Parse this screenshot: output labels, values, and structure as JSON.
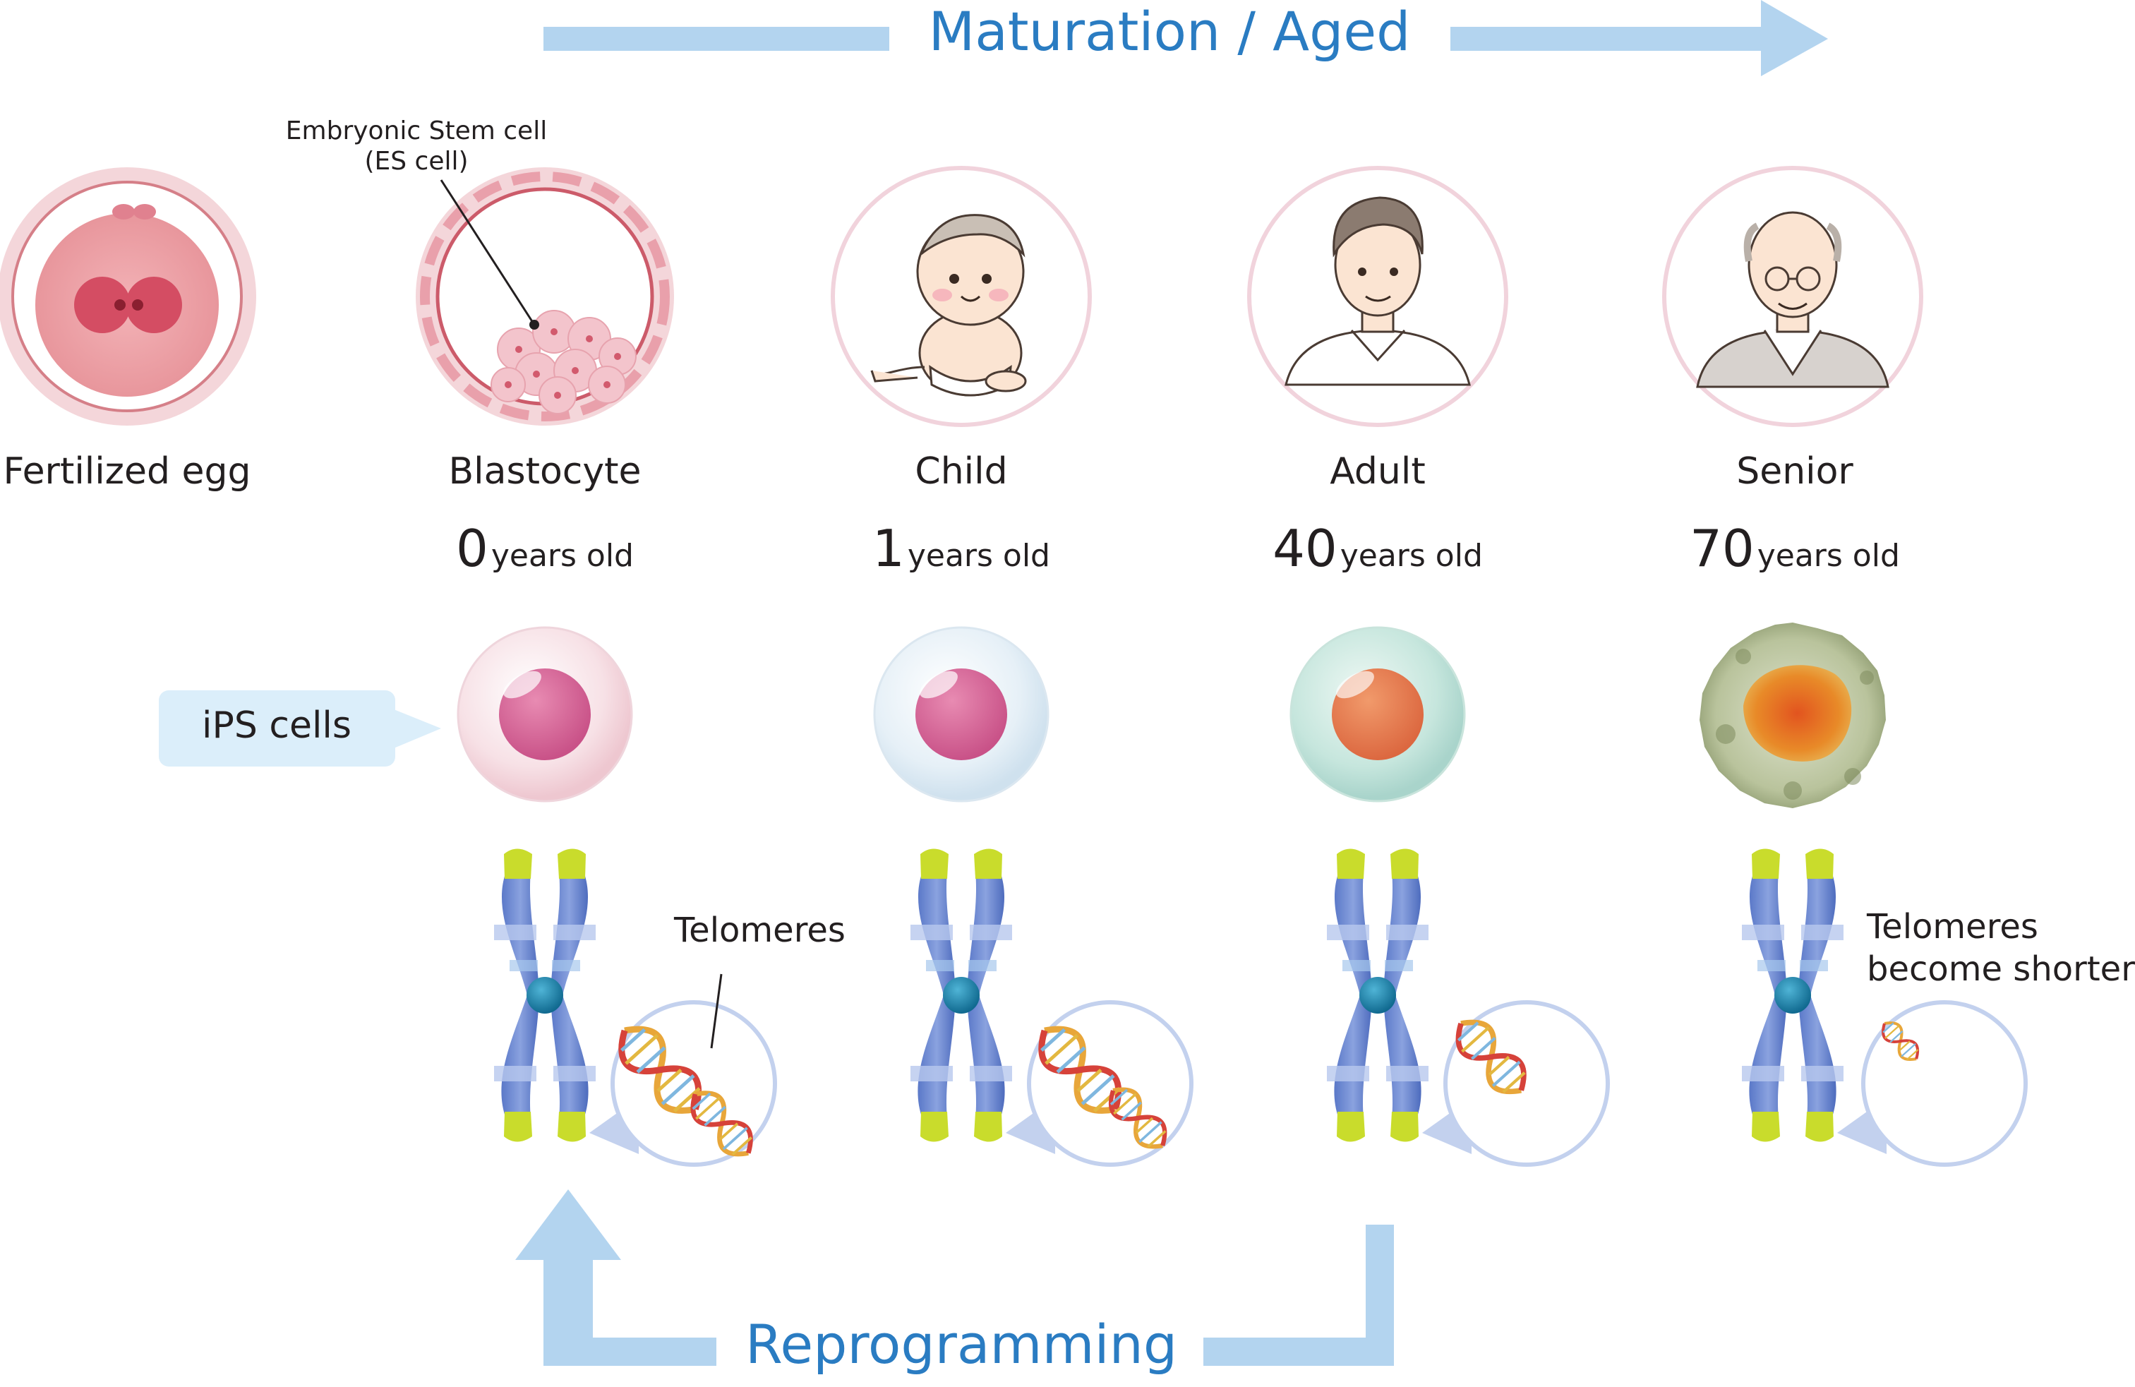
{
  "top_arrow": {
    "label": "Maturation / Aged"
  },
  "bottom_arrow": {
    "label": "Reprogramming"
  },
  "es_label": {
    "line1": "Embryonic Stem cell",
    "line2": "(ES cell)"
  },
  "stages": [
    {
      "name": "Fertilized egg"
    },
    {
      "name": "Blastocyte",
      "age": "0",
      "unit": "years old"
    },
    {
      "name": "Child",
      "age": "1",
      "unit": "years old"
    },
    {
      "name": "Adult",
      "age": "40",
      "unit": "years old"
    },
    {
      "name": "Senior",
      "age": "70",
      "unit": "years old"
    }
  ],
  "ips_label": "iPS cells",
  "telomere_label": "Telomeres",
  "telomere_short": {
    "line1": "Telomeres",
    "line2": "become shorter"
  },
  "colors": {
    "arrow": "#b3d4ef",
    "title": "#2a7cc2",
    "pink_ring": "#f1d3dc",
    "chromosome_dark": "#4a6bbf",
    "chromosome_light": "#9fb3e6",
    "telomere_tip": "#c9dc2c",
    "centromere": "#1a7fa8"
  }
}
